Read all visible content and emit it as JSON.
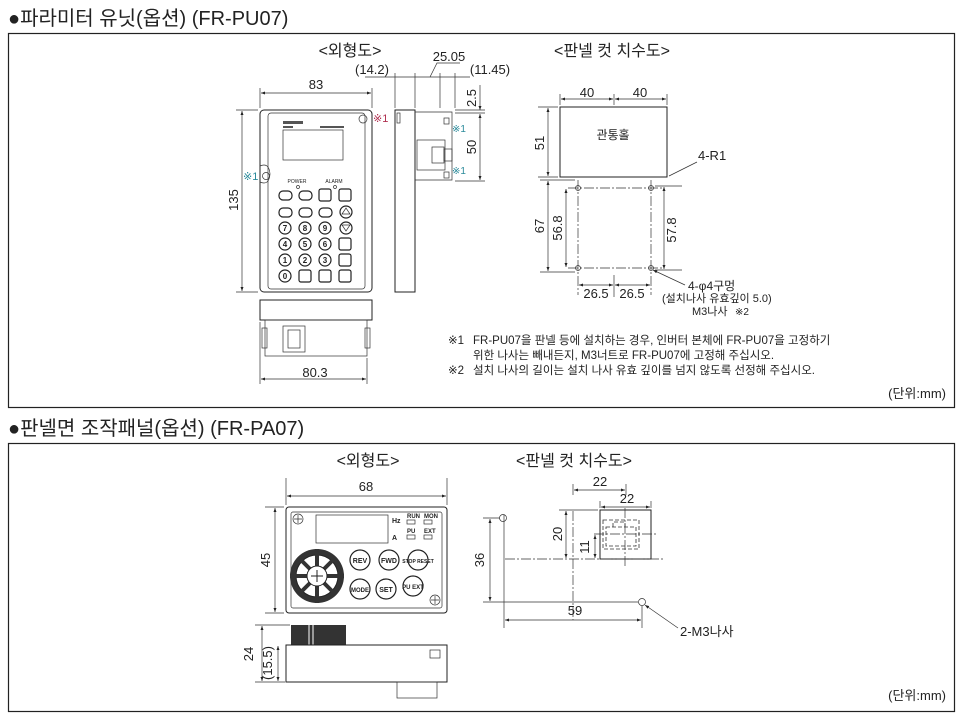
{
  "section1": {
    "title": "●파라미터 유닛(옵션) (FR-PU07)",
    "outline_heading": "<외형도>",
    "panel_cut_heading": "<판넬 컷 치수도>",
    "dims": {
      "width": "83",
      "height": "135",
      "depth_total": "25.05",
      "depth_left": "(14.2)",
      "depth_right": "(11.45)",
      "top_offset": "2.5",
      "conn_height": "50",
      "bottom_width": "80.3"
    },
    "mark1": "※1",
    "leds": [
      "POWER",
      "ALARM"
    ],
    "keys": [
      "7",
      "8",
      "9",
      "4",
      "5",
      "6",
      "1",
      "2",
      "3",
      "0"
    ],
    "cut": {
      "w1": "40",
      "w2": "40",
      "h_top": "51",
      "hole_label": "관통홀",
      "radius": "4-R1",
      "h_total": "67",
      "h_left": "56.8",
      "h_right": "57.8",
      "s1": "26.5",
      "s2": "26.5",
      "hole_note_1": "4-φ4구멍",
      "hole_note_2": "(설치나사 유효깊이 5.0)",
      "hole_note_3": "M3나사",
      "hole_note_mark": "※2"
    },
    "notes": [
      {
        "mark": "※1",
        "lines": [
          "FR-PU07을 판넬 등에 설치하는 경우, 인버터 본체에 FR-PU07을 고정하기",
          "위한 나사는 빼내든지, M3너트로 FR-PU07에 고정해 주십시오."
        ]
      },
      {
        "mark": "※2",
        "lines": [
          "설치 나사의 길이는 설치 나사 유효 깊이를 넘지 않도록 선정해 주십시오."
        ]
      }
    ],
    "unit": "(단위:mm)"
  },
  "section2": {
    "title": "●판넬면 조작패널(옵션) (FR-PA07)",
    "outline_heading": "<외형도>",
    "panel_cut_heading": "<판넬 컷 치수도>",
    "dims": {
      "width": "68",
      "height": "45",
      "depth": "24",
      "depth_inner": "(15.5)"
    },
    "indicators": [
      "Hz",
      "A",
      "RUN",
      "MON",
      "PU",
      "EXT"
    ],
    "buttons": [
      "REV",
      "FWD",
      "STOP RESET",
      "MODE",
      "SET",
      "PU EXT"
    ],
    "cut": {
      "w_outer": "22",
      "w_inner": "22",
      "h_outer": "20",
      "h_inner": "11",
      "hole_v": "36",
      "hole_h": "59",
      "screw_label": "2-M3나사"
    },
    "unit": "(단위:mm)"
  }
}
